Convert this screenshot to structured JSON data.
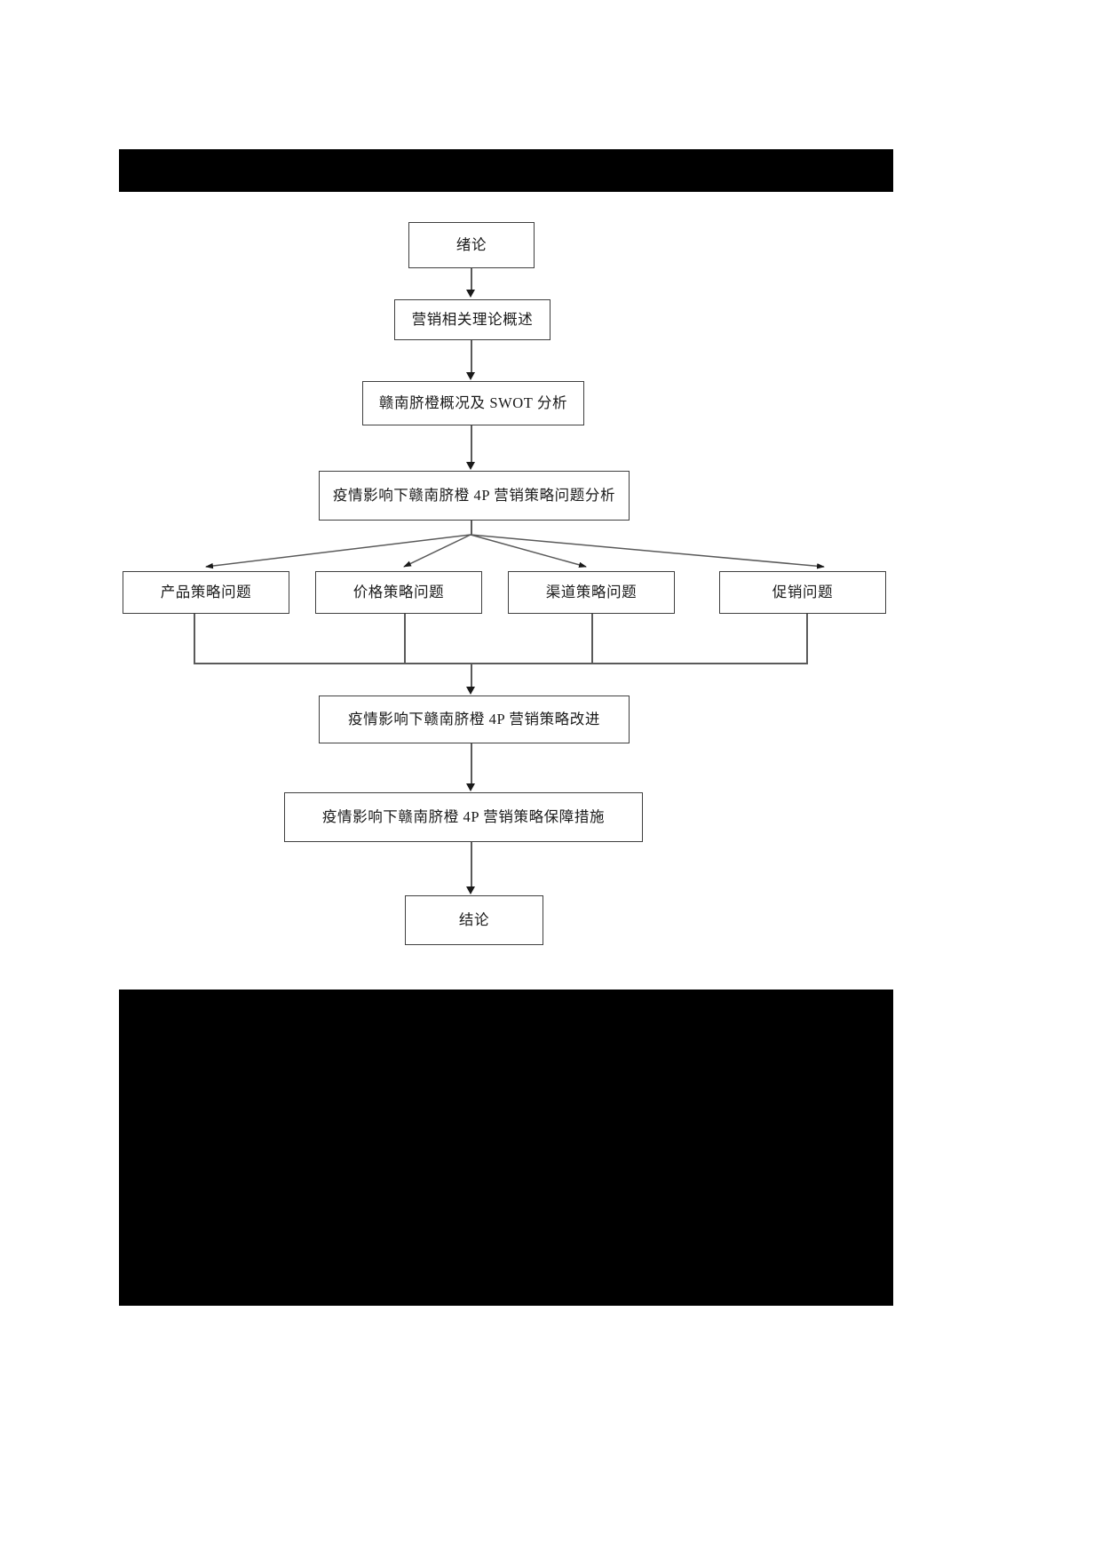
{
  "document": {
    "type": "flowchart",
    "language": "zh-CN",
    "page_background": "#ffffff",
    "redaction_color": "#000000"
  },
  "redactions": [
    {
      "name": "top-redaction-bar",
      "label": ""
    },
    {
      "name": "bottom-redaction-bar",
      "label": ""
    }
  ],
  "flow": {
    "nodes": [
      {
        "id": "intro",
        "label": "绪论"
      },
      {
        "id": "theory",
        "label": "营销相关理论概述"
      },
      {
        "id": "swot",
        "label": "赣南脐橙概况及 SWOT 分析"
      },
      {
        "id": "problem",
        "label": "疫情影响下赣南脐橙 4P 营销策略问题分析"
      },
      {
        "id": "product",
        "label": "产品策略问题"
      },
      {
        "id": "price",
        "label": "价格策略问题"
      },
      {
        "id": "channel",
        "label": "渠道策略问题"
      },
      {
        "id": "promotion",
        "label": "促销问题"
      },
      {
        "id": "improve",
        "label": "疫情影响下赣南脐橙 4P 营销策略改进"
      },
      {
        "id": "guarantee",
        "label": "疫情影响下赣南脐橙 4P 营销策略保障措施"
      },
      {
        "id": "conclusion",
        "label": "结论"
      }
    ],
    "edges": [
      {
        "from": "intro",
        "to": "theory",
        "style": "arrow-down"
      },
      {
        "from": "theory",
        "to": "swot",
        "style": "arrow-down"
      },
      {
        "from": "swot",
        "to": "problem",
        "style": "arrow-down"
      },
      {
        "from": "problem",
        "to": "product",
        "style": "arrow-diagonal"
      },
      {
        "from": "problem",
        "to": "price",
        "style": "arrow-diagonal"
      },
      {
        "from": "problem",
        "to": "channel",
        "style": "arrow-diagonal"
      },
      {
        "from": "problem",
        "to": "promotion",
        "style": "arrow-diagonal"
      },
      {
        "from": "product",
        "to": "improve",
        "style": "merge-rail"
      },
      {
        "from": "price",
        "to": "improve",
        "style": "merge-rail"
      },
      {
        "from": "channel",
        "to": "improve",
        "style": "merge-rail"
      },
      {
        "from": "promotion",
        "to": "improve",
        "style": "merge-rail"
      },
      {
        "from": "improve",
        "to": "guarantee",
        "style": "arrow-down"
      },
      {
        "from": "guarantee",
        "to": "conclusion",
        "style": "arrow-down"
      }
    ],
    "line_color": "#5a5a5a",
    "box_border_color": "#3f3f3f",
    "text_color": "#1a1a1a"
  }
}
